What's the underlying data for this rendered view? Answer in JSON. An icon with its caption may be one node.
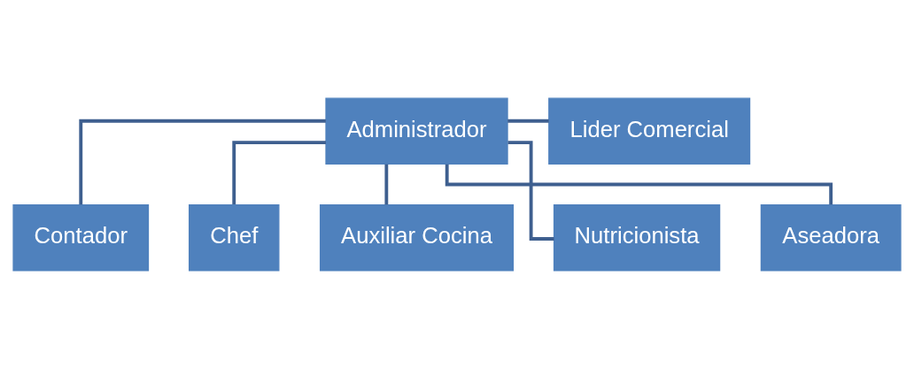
{
  "diagram": {
    "nodes": [
      {
        "text": [
          "Administrador"
        ]
      },
      {
        "text": [
          "Lider Comercial"
        ]
      },
      {
        "text": [
          "Contador"
        ]
      },
      {
        "text": [
          "Chef"
        ]
      },
      {
        "text": [
          "Auxiliar Cocina"
        ]
      },
      {
        "text": [
          "Nutricionista"
        ]
      },
      {
        "text": [
          "Aseadora"
        ]
      }
    ],
    "edges": [
      {
        "from": 0,
        "to": 1,
        "arrow": "none"
      },
      {
        "from": 0,
        "to": 2,
        "arrow": "none"
      },
      {
        "from": 0,
        "to": 3,
        "arrow": "none"
      },
      {
        "from": 0,
        "to": 4,
        "arrow": "none"
      },
      {
        "from": 0,
        "to": 5,
        "arrow": "none"
      },
      {
        "from": 0,
        "to": 6,
        "arrow": "none"
      }
    ]
  }
}
